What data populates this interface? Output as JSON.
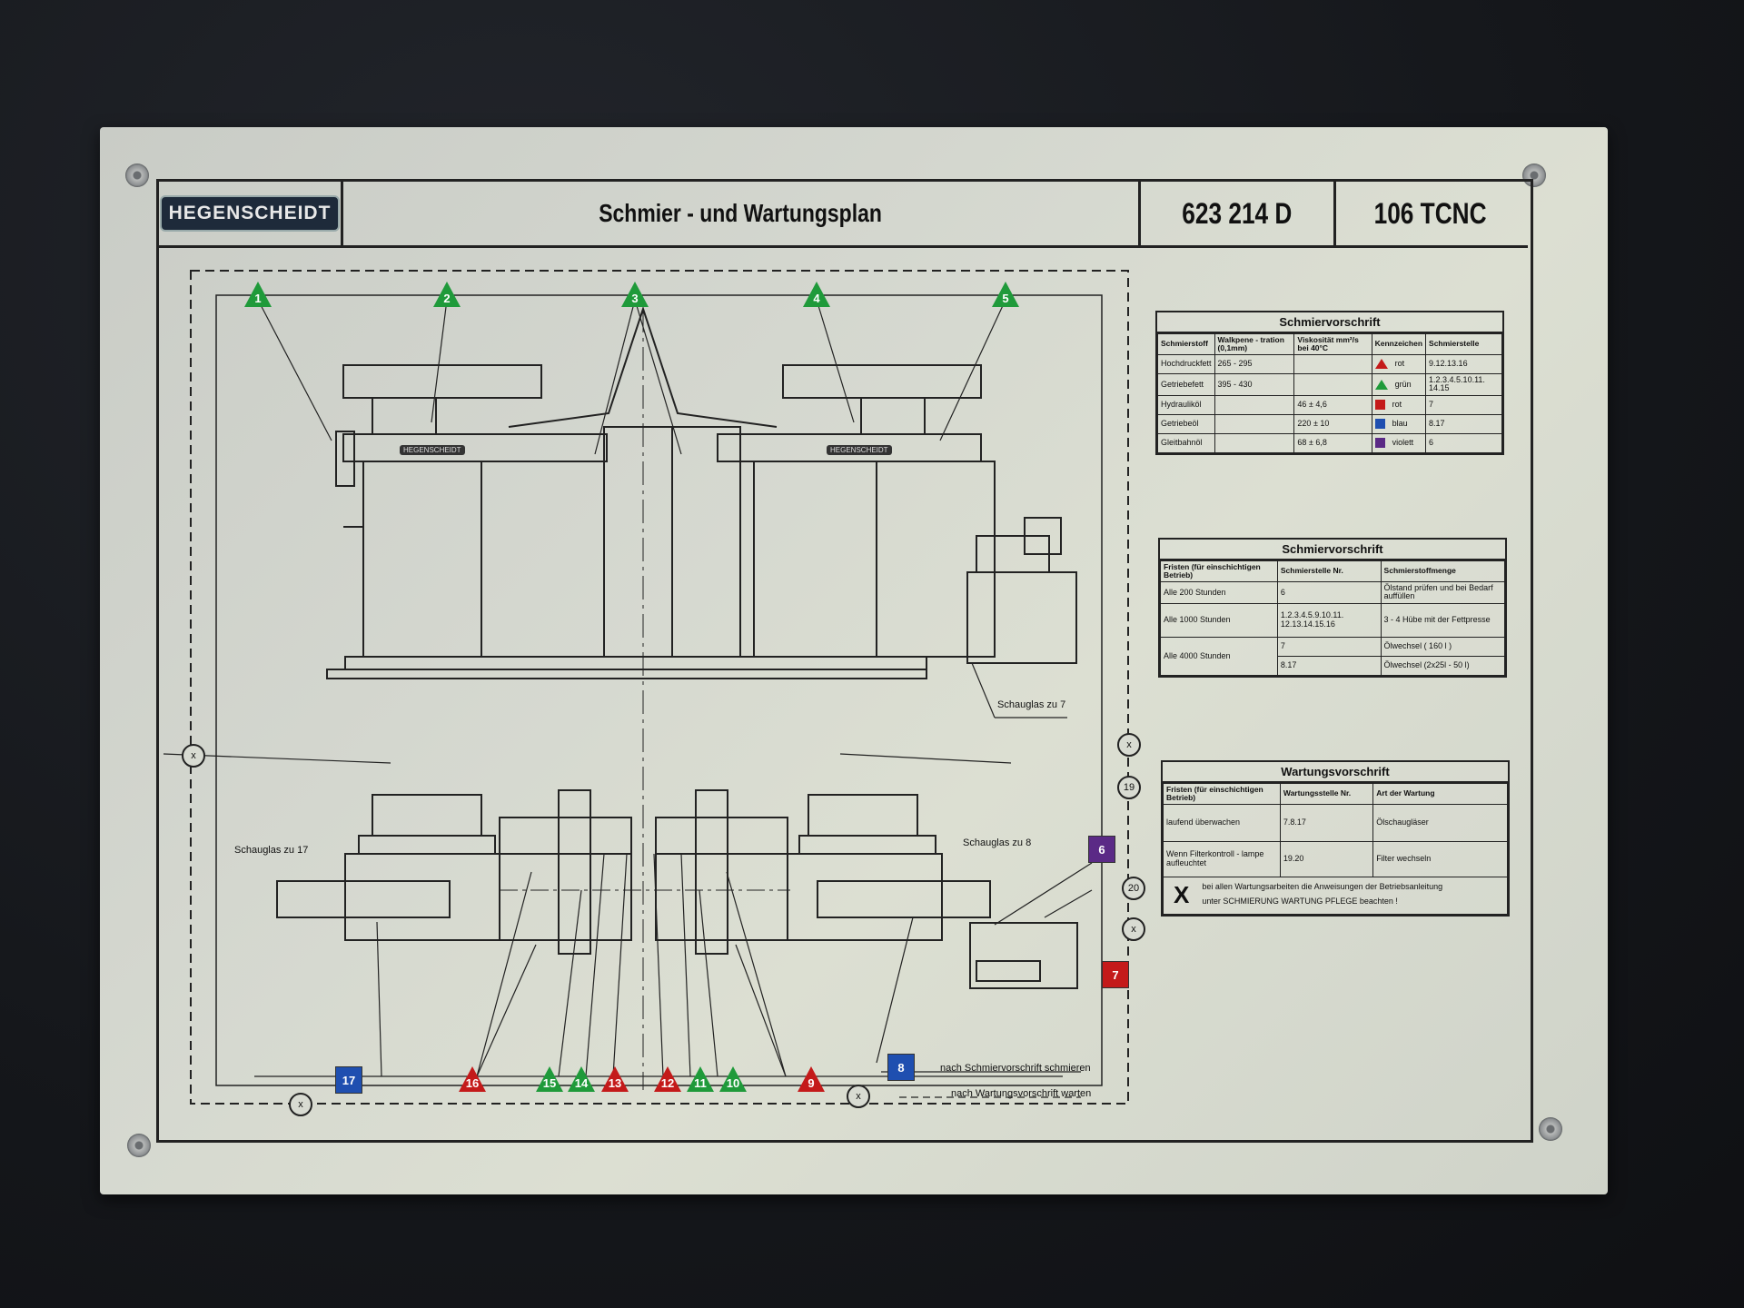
{
  "header": {
    "logo": "HEGENSCHEIDT",
    "title": "Schmier - und Wartungsplan",
    "number": "623 214 D",
    "model": "106 TCNC"
  },
  "machine_labels": {
    "left": "HEGENSCHEIDT",
    "right": "HEGENSCHEIDT"
  },
  "schmiervorschrift_1": {
    "title": "Schmiervorschrift",
    "headers": [
      "Schmierstoff",
      "Walkpene - tration (0,1mm)",
      "Viskosität mm²/s bei 40°C",
      "Kennzeichen",
      "Schmierstelle"
    ],
    "rows": [
      [
        "Hochdruckfett",
        "265 - 295",
        "",
        "rot",
        "9.12.13.16"
      ],
      [
        "Getriebefett",
        "395 - 430",
        "",
        "grün",
        "1.2.3.4.5.10.11. 14.15"
      ],
      [
        "Hydrauliköl",
        "",
        "46 ± 4,6",
        "rot",
        "7"
      ],
      [
        "Getriebeöl",
        "",
        "220 ± 10",
        "blau",
        "8.17"
      ],
      [
        "Gleitbahnöl",
        "",
        "68 ± 6,8",
        "violett",
        "6"
      ]
    ],
    "marks": [
      "red-triangle",
      "green-triangle",
      "red-square",
      "blue-square",
      "violet-square"
    ],
    "colors": {
      "rot": "#c41a1a",
      "grün": "#1f9a3a",
      "blau": "#1f4fb0",
      "violett": "#5b2a86"
    }
  },
  "schmiervorschrift_2": {
    "title": "Schmiervorschrift",
    "headers": [
      "Fristen (für einschichtigen Betrieb)",
      "Schmierstelle Nr.",
      "Schmierstoffmenge"
    ],
    "rows": [
      [
        "Alle 200 Stunden",
        "6",
        "Ölstand prüfen und bei Bedarf auffüllen"
      ],
      [
        "Alle 1000 Stunden",
        "1.2.3.4.5.9.10.11. 12.13.14.15.16",
        "3 - 4 Hübe mit der Fettpresse"
      ],
      [
        "Alle 4000 Stunden",
        "7",
        "Ölwechsel ( 160 l )"
      ],
      [
        "",
        "8.17",
        "Ölwechsel (2x25l - 50 l)"
      ]
    ]
  },
  "wartungsvorschrift": {
    "title": "Wartungsvorschrift",
    "headers": [
      "Fristen (für einschichtigen Betrieb)",
      "Wartungsstelle Nr.",
      "Art der Wartung"
    ],
    "rows": [
      [
        "laufend überwachen",
        "7.8.17",
        "Ölschaugläser"
      ],
      [
        "Wenn Filterkontroll - lampe aufleuchtet",
        "19.20",
        "Filter wechseln"
      ]
    ],
    "note_mark": "X",
    "note_line1": "bei allen Wartungsarbeiten die Anweisungen der Betriebsanleitung",
    "note_line2": "unter SCHMIERUNG WARTUNG PFLEGE beachten !"
  },
  "annotations": {
    "schauglas_7": "Schauglas zu 7",
    "schauglas_17": "Schauglas zu 17",
    "schauglas_8": "Schauglas zu 8",
    "legend_schmieren": "nach Schmiervorschrift   schmieren",
    "legend_warten": "nach Wartungsvorschrift   warten"
  },
  "markers_top": [
    "1",
    "2",
    "3",
    "4",
    "5"
  ],
  "markers_bottom": [
    "17",
    "16",
    "15",
    "14",
    "13",
    "12",
    "11",
    "10",
    "9",
    "8"
  ],
  "markers_side": [
    "6",
    "7",
    "19",
    "20"
  ],
  "marker_x": "x"
}
